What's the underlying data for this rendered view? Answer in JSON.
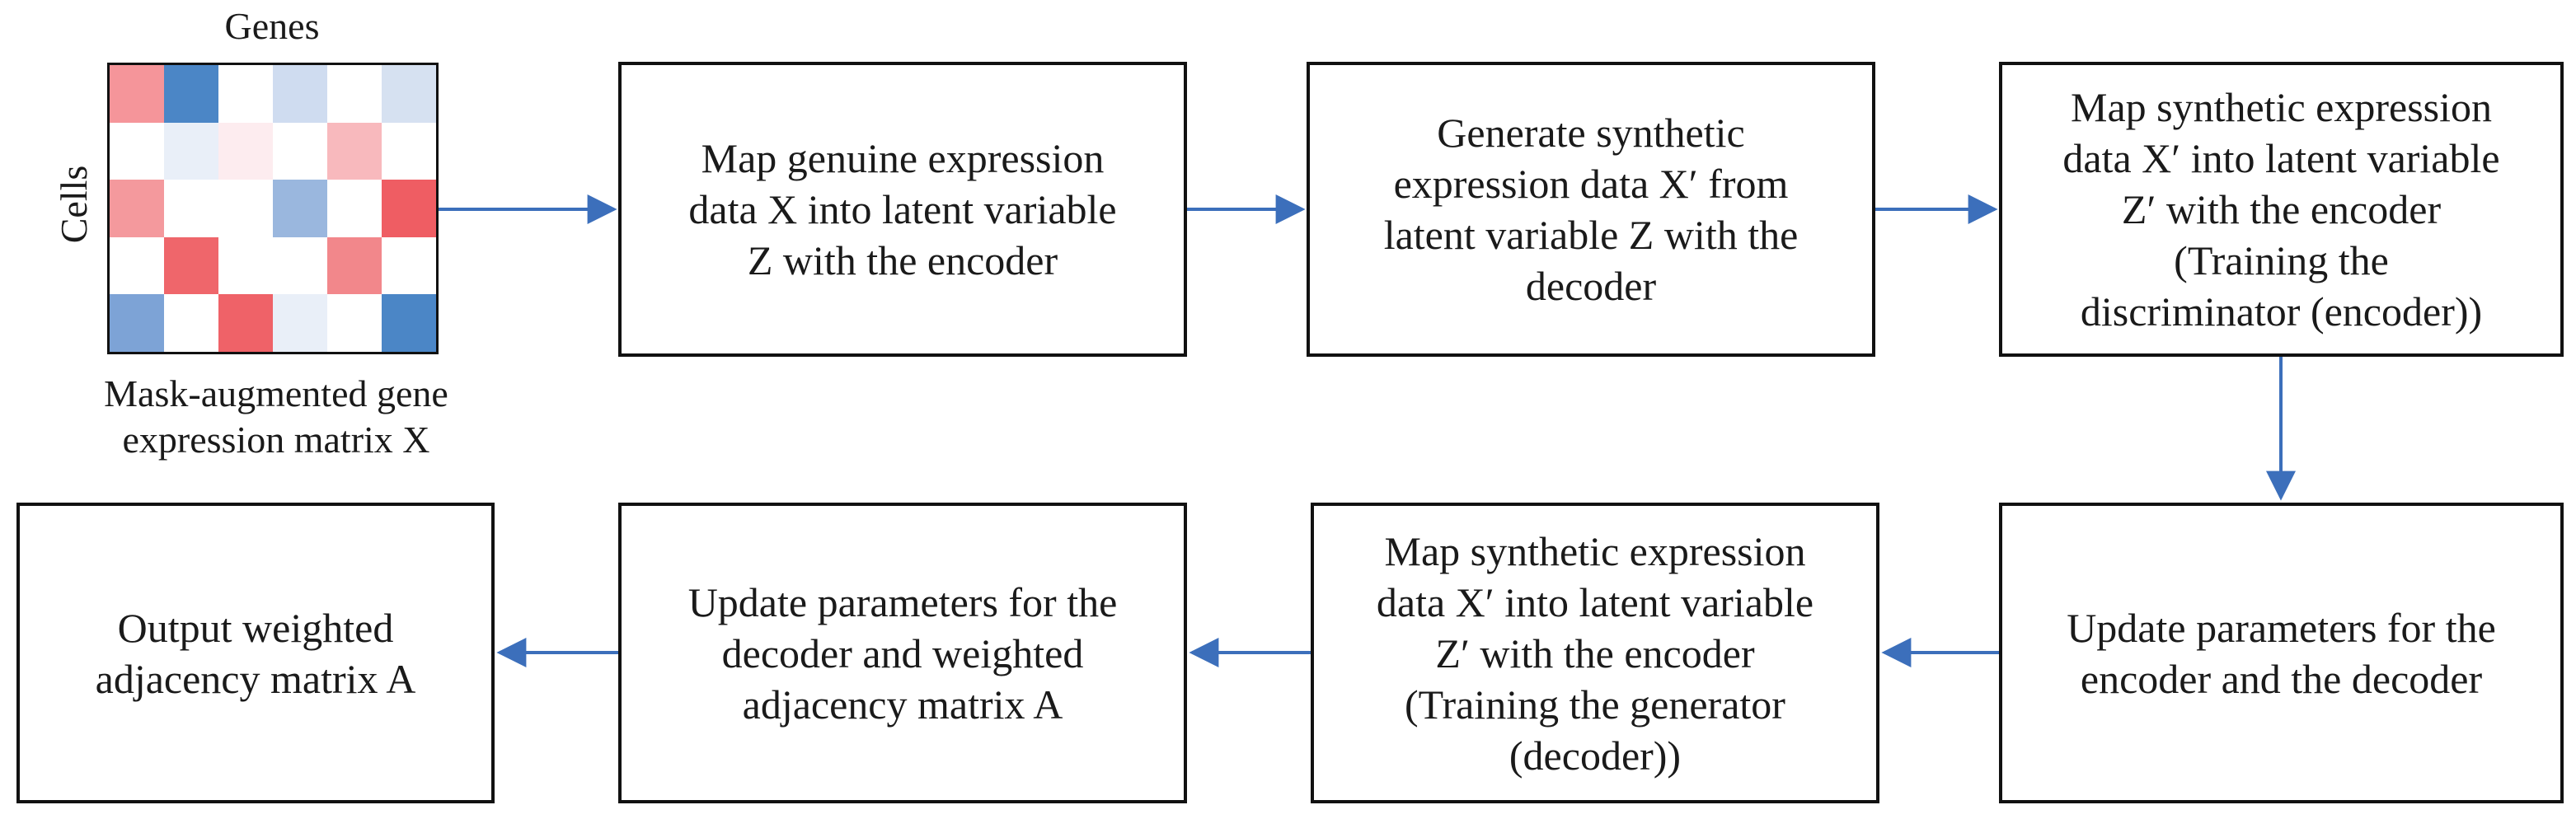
{
  "matrix": {
    "genes_label": "Genes",
    "cells_label": "Cells",
    "caption": "Mask-augmented gene\nexpression matrix X",
    "colors": [
      [
        "#f5959a",
        "#4b86c6",
        "#ffffff",
        "#cfdcf0",
        "#ffffff",
        "#d6e1f1"
      ],
      [
        "#ffffff",
        "#e9eff8",
        "#fdecef",
        "#ffffff",
        "#f8b9bd",
        "#ffffff"
      ],
      [
        "#f4999d",
        "#ffffff",
        "#ffffff",
        "#9ab7de",
        "#ffffff",
        "#ef5d63"
      ],
      [
        "#ffffff",
        "#ef666b",
        "#ffffff",
        "#ffffff",
        "#f2878b",
        "#ffffff"
      ],
      [
        "#7da3d6",
        "#ffffff",
        "#ef6268",
        "#e9eff8",
        "#ffffff",
        "#4b86c6"
      ]
    ]
  },
  "steps": {
    "step1": "Map genuine expression\ndata X into latent variable\nZ with the encoder",
    "step2": "Generate synthetic\nexpression data X′ from\nlatent variable Z with the\ndecoder",
    "step3": "Map synthetic expression\ndata X′ into latent variable\nZ′ with the encoder\n(Training the\ndiscriminator (encoder))",
    "step4": "Update parameters for the\nencoder and the decoder",
    "step5": "Map synthetic expression\ndata X′ into latent variable\nZ′ with the encoder\n(Training the generator\n(decoder))",
    "step6": "Update parameters for the\ndecoder and weighted\nadjacency matrix  A",
    "step7": "Output weighted\nadjacency matrix A"
  },
  "colors": {
    "arrow": "#3c6fbb",
    "border": "#111111"
  }
}
